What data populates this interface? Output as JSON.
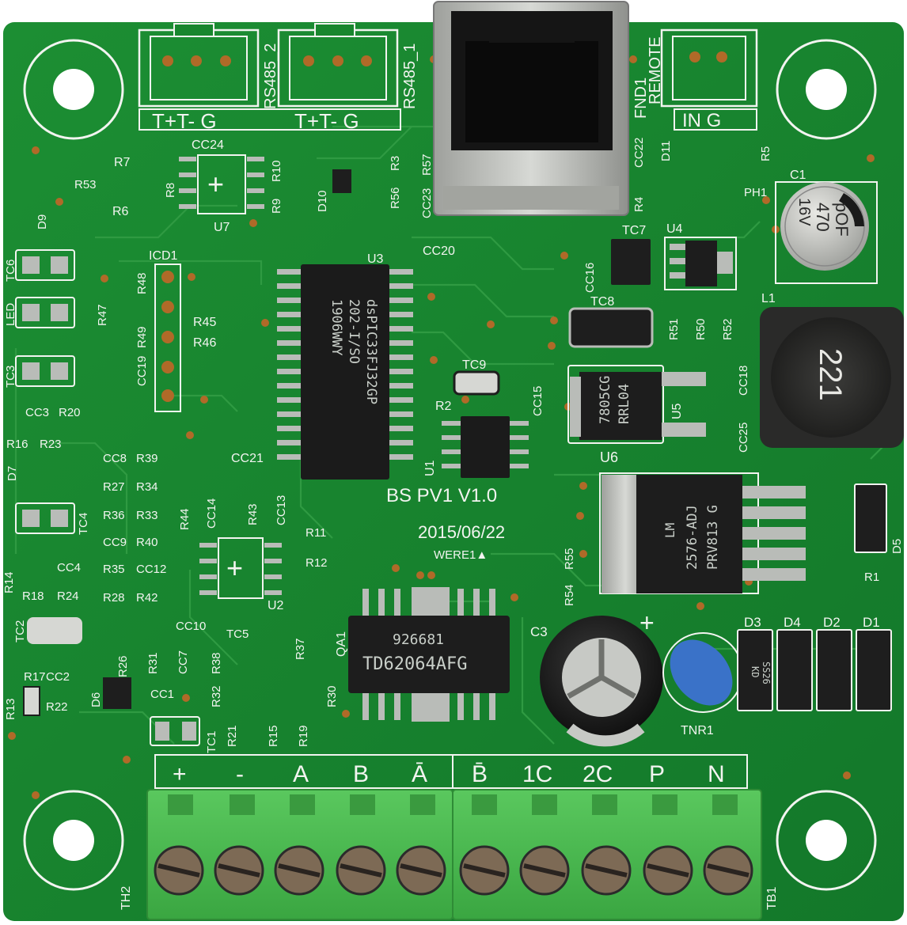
{
  "board": {
    "colors": {
      "pcb": "#18862e",
      "pcb_dark": "#0f6b22",
      "silkscreen": "#f2f4f0",
      "copper_pad": "#b06a28",
      "terminal_green": "#4cbb50",
      "chip_black": "#1b1b1b",
      "metal": "#b8bab6"
    },
    "version_label": "BS PV1 V1.0",
    "date_label": "2015/06/22",
    "maker_mark": "WERE1▲",
    "top_headers": {
      "rs485_2": {
        "label": "RS485_2",
        "pins": "T+T- G"
      },
      "rs485_1": {
        "label": "RS485_1",
        "pins": "T+T- G"
      },
      "remote": {
        "label": "REMOTE",
        "pins": "IN G"
      },
      "fnd1": "FND1"
    },
    "terminal_labels": [
      "+",
      "-",
      "A",
      "B",
      "Ā",
      "B̄",
      "1C",
      "2C",
      "P",
      "N"
    ],
    "terminal_refs": {
      "left": "TH2",
      "right": "TB1"
    },
    "chips": {
      "u3": {
        "ref": "U3",
        "line1": "dsPIC33FJ32GP",
        "line2": "202-I/SO",
        "line3": "1906WWY"
      },
      "u1": {
        "ref": "U1"
      },
      "qa1": {
        "ref": "QA1",
        "line1": "926681",
        "line2": "TD62064AFG"
      },
      "u5": {
        "ref": "U5",
        "line1": "7805CG",
        "line2": "RRL04"
      },
      "l1_reg": {
        "line1": "LM",
        "line2": "2576-ADJ",
        "line3": "PRV813 G"
      },
      "u4": {
        "ref": "U4"
      },
      "u6": {
        "ref": "U6"
      },
      "u7": {
        "ref": "U7"
      },
      "u2": {
        "ref": "U2"
      }
    },
    "capacitors": {
      "c1": {
        "ref": "C1",
        "value": "470",
        "voltage": "16V",
        "extra": "pOF"
      },
      "c3": {
        "ref": "C3"
      },
      "inductor": {
        "ref": "L1",
        "value": "221"
      }
    },
    "diodes": [
      "D3",
      "D4",
      "D2",
      "D1"
    ],
    "diode_marks": [
      "KD",
      "SS26"
    ],
    "designators": {
      "left": [
        "TC6",
        "LED",
        "TC3",
        "D9",
        "R53",
        "CC3",
        "R20",
        "R16",
        "R23",
        "D7",
        "TC4",
        "R14",
        "R18",
        "CC4",
        "R24",
        "TC2",
        "R13",
        "R17",
        "CC2",
        "R22",
        "D6",
        "TC1",
        "CC1"
      ],
      "middle": [
        "CC8",
        "R39",
        "R27",
        "R34",
        "R36",
        "R33",
        "CC9",
        "R40",
        "R35",
        "CC12",
        "R28",
        "R42",
        "R44",
        "CC14",
        "R43",
        "CC13",
        "R11",
        "R12",
        "CC10",
        "TC5",
        "CC7",
        "R26",
        "R31",
        "R38",
        "R37",
        "R32",
        "R30",
        "R21",
        "R15",
        "R19",
        "ICD1",
        "R48",
        "R47",
        "R49",
        "CC19",
        "R45",
        "R46",
        "CC21",
        "CC24",
        "R7",
        "R8",
        "R6",
        "R10",
        "R9",
        "D10",
        "R3",
        "R56",
        "R57",
        "CC23",
        "CC20",
        "TC9",
        "R2",
        "CC15"
      ],
      "right": [
        "CC22",
        "R4",
        "D11",
        "R5",
        "PH1",
        "TC7",
        "CC16",
        "TC8",
        "R51",
        "R50",
        "R52",
        "CC18",
        "CC25",
        "R55",
        "R54",
        "R1",
        "D5",
        "TNR1"
      ]
    }
  }
}
